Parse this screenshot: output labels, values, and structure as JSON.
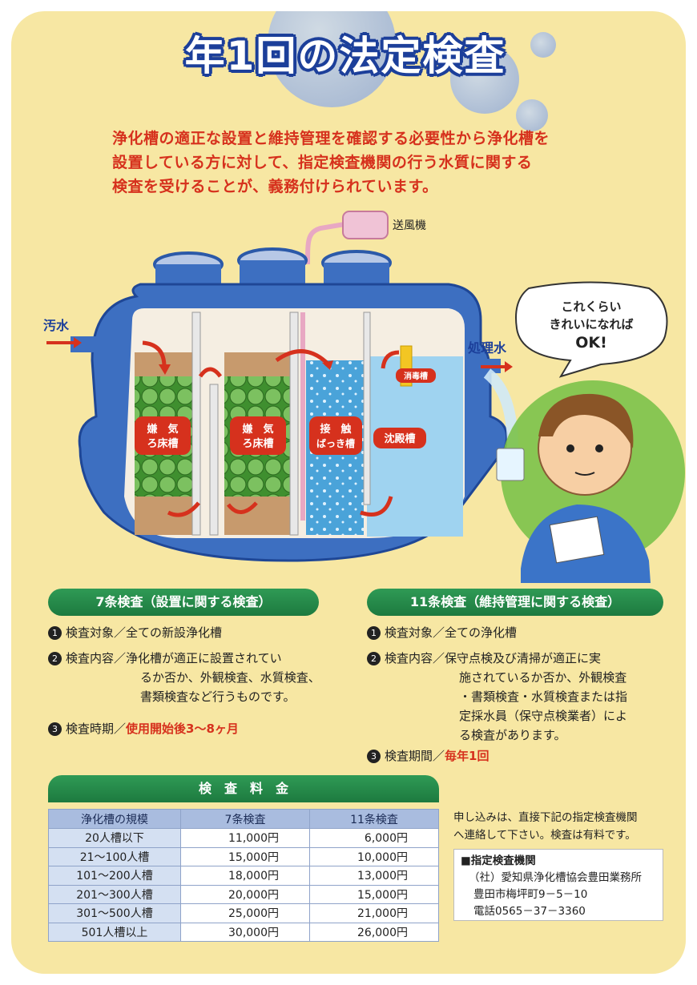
{
  "title": "年1回の法定検査",
  "intro": [
    "浄化槽の適正な設置と維持管理を確認する必要性から浄化槽を",
    "設置している方に対して、指定検査機関の行う水質に関する",
    "検査を受けることが、義務付けられています。"
  ],
  "diagram": {
    "blower": "送風機",
    "inflow": "汚水",
    "outflow": "処理水",
    "speech": [
      "これくらい",
      "きれいになれば",
      "OK!"
    ],
    "chambers": [
      {
        "line1": "嫌　気",
        "line2": "ろ床槽"
      },
      {
        "line1": "嫌　気",
        "line2": "ろ床槽"
      },
      {
        "line1": "接　触",
        "line2": "ばっき槽"
      },
      {
        "line1": "沈殿槽",
        "line2": ""
      }
    ],
    "disinfect": "消毒槽"
  },
  "art7": {
    "heading": "7条検査（設置に関する検査）",
    "items": [
      {
        "num": "1",
        "label": "検査対象／",
        "text": "全ての新設浄化槽",
        "highlight": false
      },
      {
        "num": "2",
        "label": "検査内容／",
        "lines": [
          "浄化槽が適正に設置されてい",
          "るか否か、外観検査、水質検査、",
          "書類検査など行うものです。"
        ],
        "highlight": false
      },
      {
        "num": "3",
        "label": "検査時期／",
        "text": "使用開始後3～8ヶ月",
        "highlight": true
      }
    ]
  },
  "art11": {
    "heading": "11条検査（維持管理に関する検査）",
    "items": [
      {
        "num": "1",
        "label": "検査対象／",
        "text": "全ての浄化槽"
      },
      {
        "num": "2",
        "label": "検査内容／",
        "lines": [
          "保守点検及び清掃が適正に実",
          "施されているか否か、外観検査",
          "・書類検査・水質検査または指",
          "定採水員（保守点検業者）によ",
          "る検査があります。"
        ]
      },
      {
        "num": "3",
        "label": "検査期間／",
        "text": "毎年1回"
      }
    ]
  },
  "fees": {
    "heading": "検　査　料　金",
    "columns": [
      "浄化槽の規模",
      "7条検査",
      "11条検査"
    ],
    "rows": [
      [
        "20人槽以下",
        "11,000円",
        "6,000円"
      ],
      [
        "21～100人槽",
        "15,000円",
        "10,000円"
      ],
      [
        "101～200人槽",
        "18,000円",
        "13,000円"
      ],
      [
        "201～300人槽",
        "20,000円",
        "15,000円"
      ],
      [
        "301～500人槽",
        "25,000円",
        "21,000円"
      ],
      [
        "501人槽以上",
        "30,000円",
        "26,000円"
      ]
    ]
  },
  "apply": {
    "note": [
      "申し込みは、直接下記の指定検査機関",
      "へ連絡して下さい。検査は有料です。"
    ],
    "org_heading": "■指定検査機関",
    "org_name": "（社）愛知県浄化槽協会豊田業務所",
    "address": "豊田市梅坪町9－5－10",
    "phone": "電話0565－37－3360"
  },
  "colors": {
    "red": "#d6311d",
    "green": "#1d7a3f",
    "blue": "#1c3f9a",
    "bg": "#f7e7a3"
  }
}
